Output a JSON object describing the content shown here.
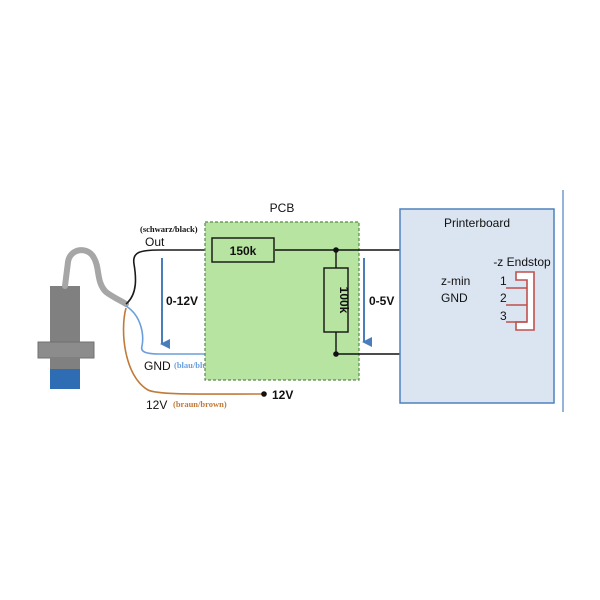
{
  "pcb": {
    "title": "PCB"
  },
  "printerboard": {
    "title": "Printerboard",
    "endstop_label": "-z Endstop"
  },
  "resistors": {
    "r1": "150k",
    "r2": "100k"
  },
  "sensor_wires": {
    "out_color": "(schwarz/black)",
    "out_label": "Out",
    "gnd_label": "GND",
    "gnd_color": "(blau/blue)",
    "v12_label": "12V",
    "v12_color": "(braun/brown)",
    "v12_terminal": "12V"
  },
  "voltages": {
    "input_range": "0-12V",
    "output_range": "0-5V"
  },
  "connector": {
    "signal_label": "z-min",
    "gnd_label": "GND",
    "pins": [
      "1",
      "2",
      "3"
    ]
  },
  "colors": {
    "pcb_fill": "#b7e4a0",
    "board_fill": "#dbe5f1",
    "board_border": "#4f81bd",
    "arrow_blue": "#4a7ebb",
    "wire_brown": "#c07a3a",
    "wire_blue": "#6a9fdc",
    "connector_red": "#c0504d",
    "sensor_gray": "#808080",
    "sensor_blue": "#2e6db4"
  }
}
